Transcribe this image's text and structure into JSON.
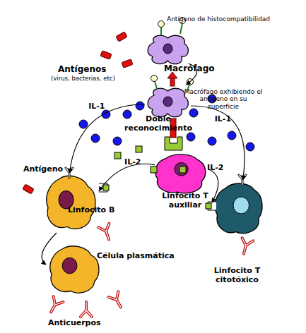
{
  "diagram": {
    "nodes": [
      {
        "text": [
          "Macrófago"
        ]
      },
      {
        "text": [
          "Macrófago exhibiendo el antígeno en su superficie"
        ]
      },
      {
        "text": [
          "Linfocito T auxiliar"
        ]
      },
      {
        "text": [
          "Linfocito B"
        ]
      },
      {
        "text": [
          "Linfocito T citotóxico"
        ]
      },
      {
        "text": [
          "Célula plasmática"
        ]
      }
    ],
    "edges": [
      {
        "from": 0,
        "to": 1,
        "arrow": "to"
      },
      {
        "from": 1,
        "to": 3,
        "label": "IL-1",
        "arrow": "to"
      },
      {
        "from": 1,
        "to": 4,
        "label": "IL-1",
        "arrow": "to"
      },
      {
        "from": 2,
        "to": 3,
        "label": "IL-2",
        "arrow": "to"
      },
      {
        "from": 2,
        "to": 4,
        "label": "IL-2",
        "arrow": "to"
      },
      {
        "from": 3,
        "to": 5,
        "arrow": "to"
      }
    ],
    "labels": [
      "Antígeno de histocompatibilidad",
      "Antígenos",
      "(virus, bacterias, etc)",
      "Doble reconocimiento",
      "Antígeno",
      "Anticuerpos"
    ]
  }
}
